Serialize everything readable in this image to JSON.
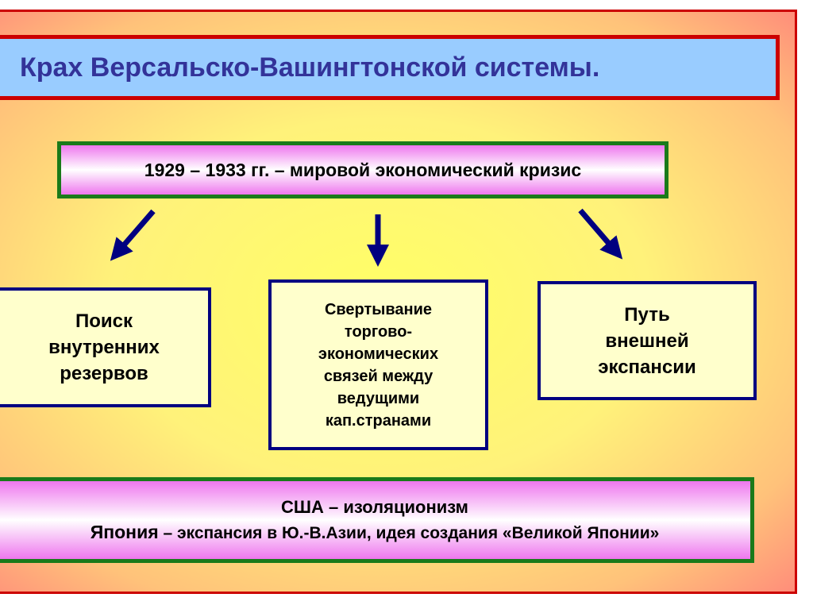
{
  "title": "Крах Версальско-Вашингтонской системы.",
  "crisis": "1929 – 1933 гг. – мировой экономический кризис",
  "consequences": [
    {
      "lines": [
        "Поиск",
        "внутренних",
        "резервов"
      ]
    },
    {
      "lines": [
        "Свертывание",
        "торгово-",
        "экономических",
        "связей между",
        "ведущими",
        "кап.странами"
      ]
    },
    {
      "lines": [
        "Путь",
        "внешней",
        "экспансии"
      ]
    }
  ],
  "bottom": {
    "line1": "США – изоляционизм",
    "japan_label": "Япония",
    "japan_text": " – экспансия в Ю.-В.Азии, идея создания «Великой Японии»"
  },
  "colors": {
    "arrow": "#000080",
    "title_text": "#333399",
    "frame": "#cc0000",
    "green_border": "#1a7a1a"
  }
}
